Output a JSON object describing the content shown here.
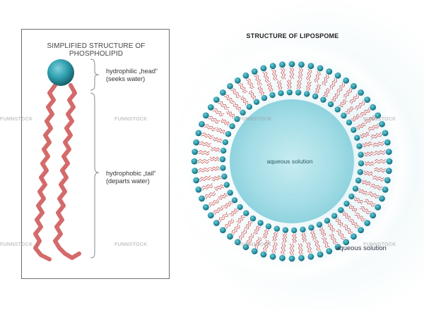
{
  "left_panel": {
    "title": "SIMPLIFIED STRUCTURE OF PHOSPHOLIPID",
    "head_label_line1": "hydrophilic „head“",
    "head_label_line2": "(seeks water)",
    "tail_label_line1": "hydrophobic „tail“",
    "tail_label_line2": "(departs water)"
  },
  "right_panel": {
    "title": "STRUCTURE OF LIPOSPOME",
    "inner_label": "aqueous solution",
    "outer_label": "aqueous solution"
  },
  "watermark": "FUNNSTOCK",
  "colors": {
    "head": "#2f9fae",
    "head_dark": "#1d7280",
    "tail": "#d46a6a",
    "core": "#a4dde6",
    "halo": "#e4f3f7"
  }
}
